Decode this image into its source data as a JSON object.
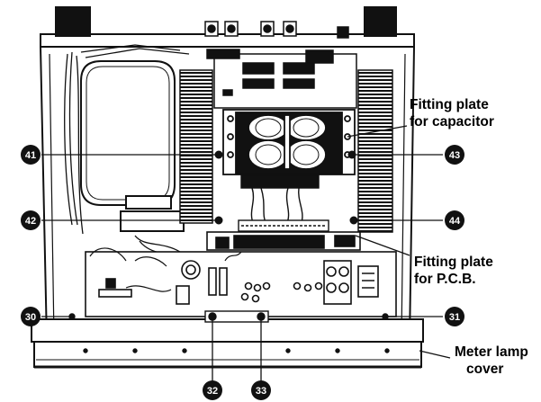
{
  "labels": {
    "fitting_plate_capacitor": [
      "Fitting plate",
      "for capacitor"
    ],
    "fitting_plate_pcb": [
      "Fitting plate",
      "for P.C.B."
    ],
    "meter_lamp_cover": [
      "Meter lamp",
      "cover"
    ]
  },
  "callouts": [
    {
      "id": "30",
      "label": "30"
    },
    {
      "id": "31",
      "label": "31"
    },
    {
      "id": "32",
      "label": "32"
    },
    {
      "id": "33",
      "label": "33"
    },
    {
      "id": "41",
      "label": "41"
    },
    {
      "id": "42",
      "label": "42"
    },
    {
      "id": "43",
      "label": "43"
    },
    {
      "id": "44",
      "label": "44"
    }
  ]
}
